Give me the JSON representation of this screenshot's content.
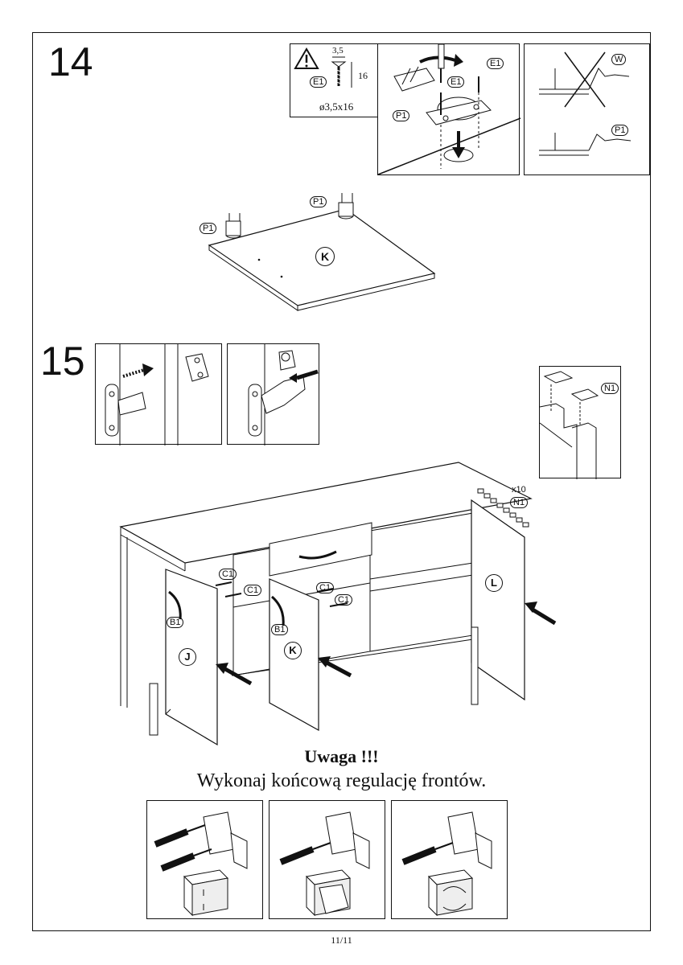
{
  "steps": {
    "step14": "14",
    "step15": "15"
  },
  "parts": {
    "E1": "E1",
    "P1": "P1",
    "W": "W",
    "K": "K",
    "J": "J",
    "L": "L",
    "N1": "N1",
    "C1": "C1",
    "B1": "B1"
  },
  "screw_spec": {
    "dim_head": "3,5",
    "dim_length": "16",
    "size": "ø3,5x16"
  },
  "quantity_n1": "x10",
  "note": {
    "title": "Uwaga !!!",
    "body": "Wykonaj końcową regulację frontów."
  },
  "page_number": "11/11",
  "icons": [
    "warning-icon",
    "rotate-arrow-icon",
    "push-arrow-icon",
    "screwdriver-icon"
  ]
}
